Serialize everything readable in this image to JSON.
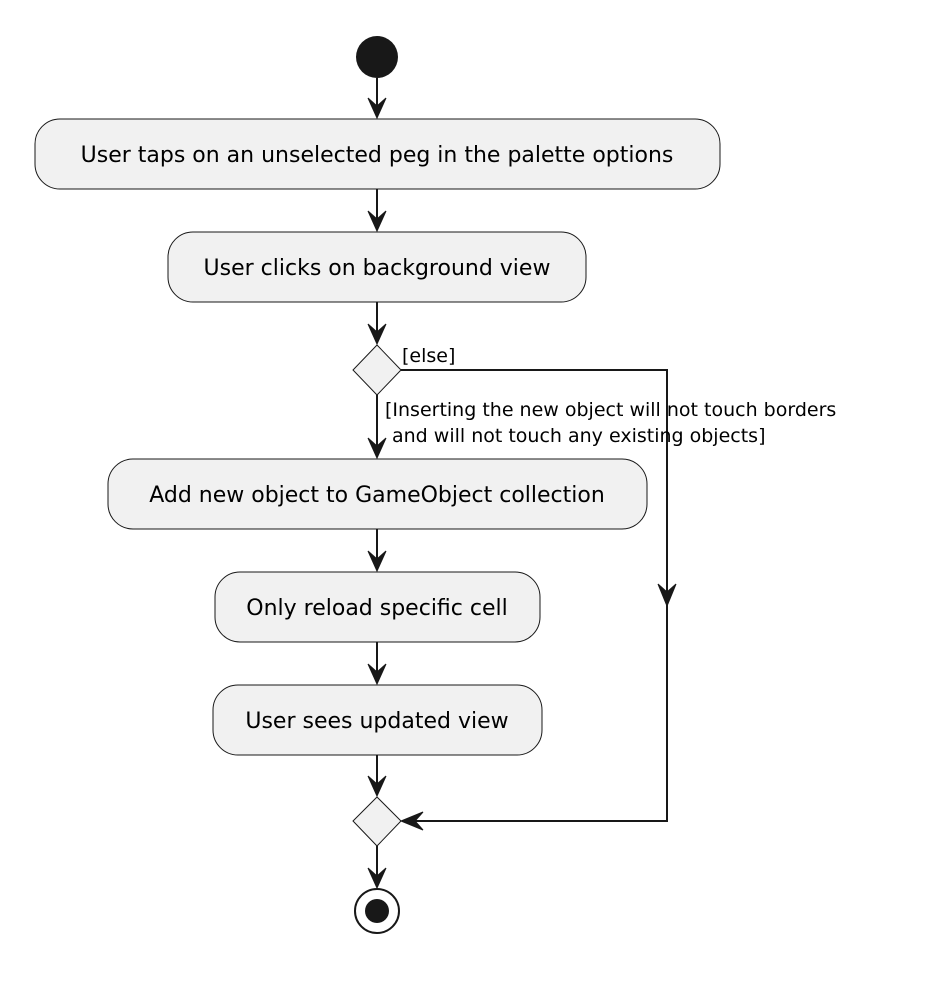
{
  "diagram": {
    "activities": {
      "select_peg": "User taps on an unselected peg in the palette options",
      "click_background": "User clicks on background view",
      "add_object": "Add new object to GameObject collection",
      "reload_cell": "Only reload specific cell",
      "sees_update": "User sees updated view"
    },
    "guards": {
      "else": "[else]",
      "condition_line1": "[Inserting the new object will not touch borders",
      "condition_line2": "and will not touch any existing objects]"
    }
  },
  "colors": {
    "node_fill": "#f1f1f1",
    "stroke": "#181818"
  }
}
